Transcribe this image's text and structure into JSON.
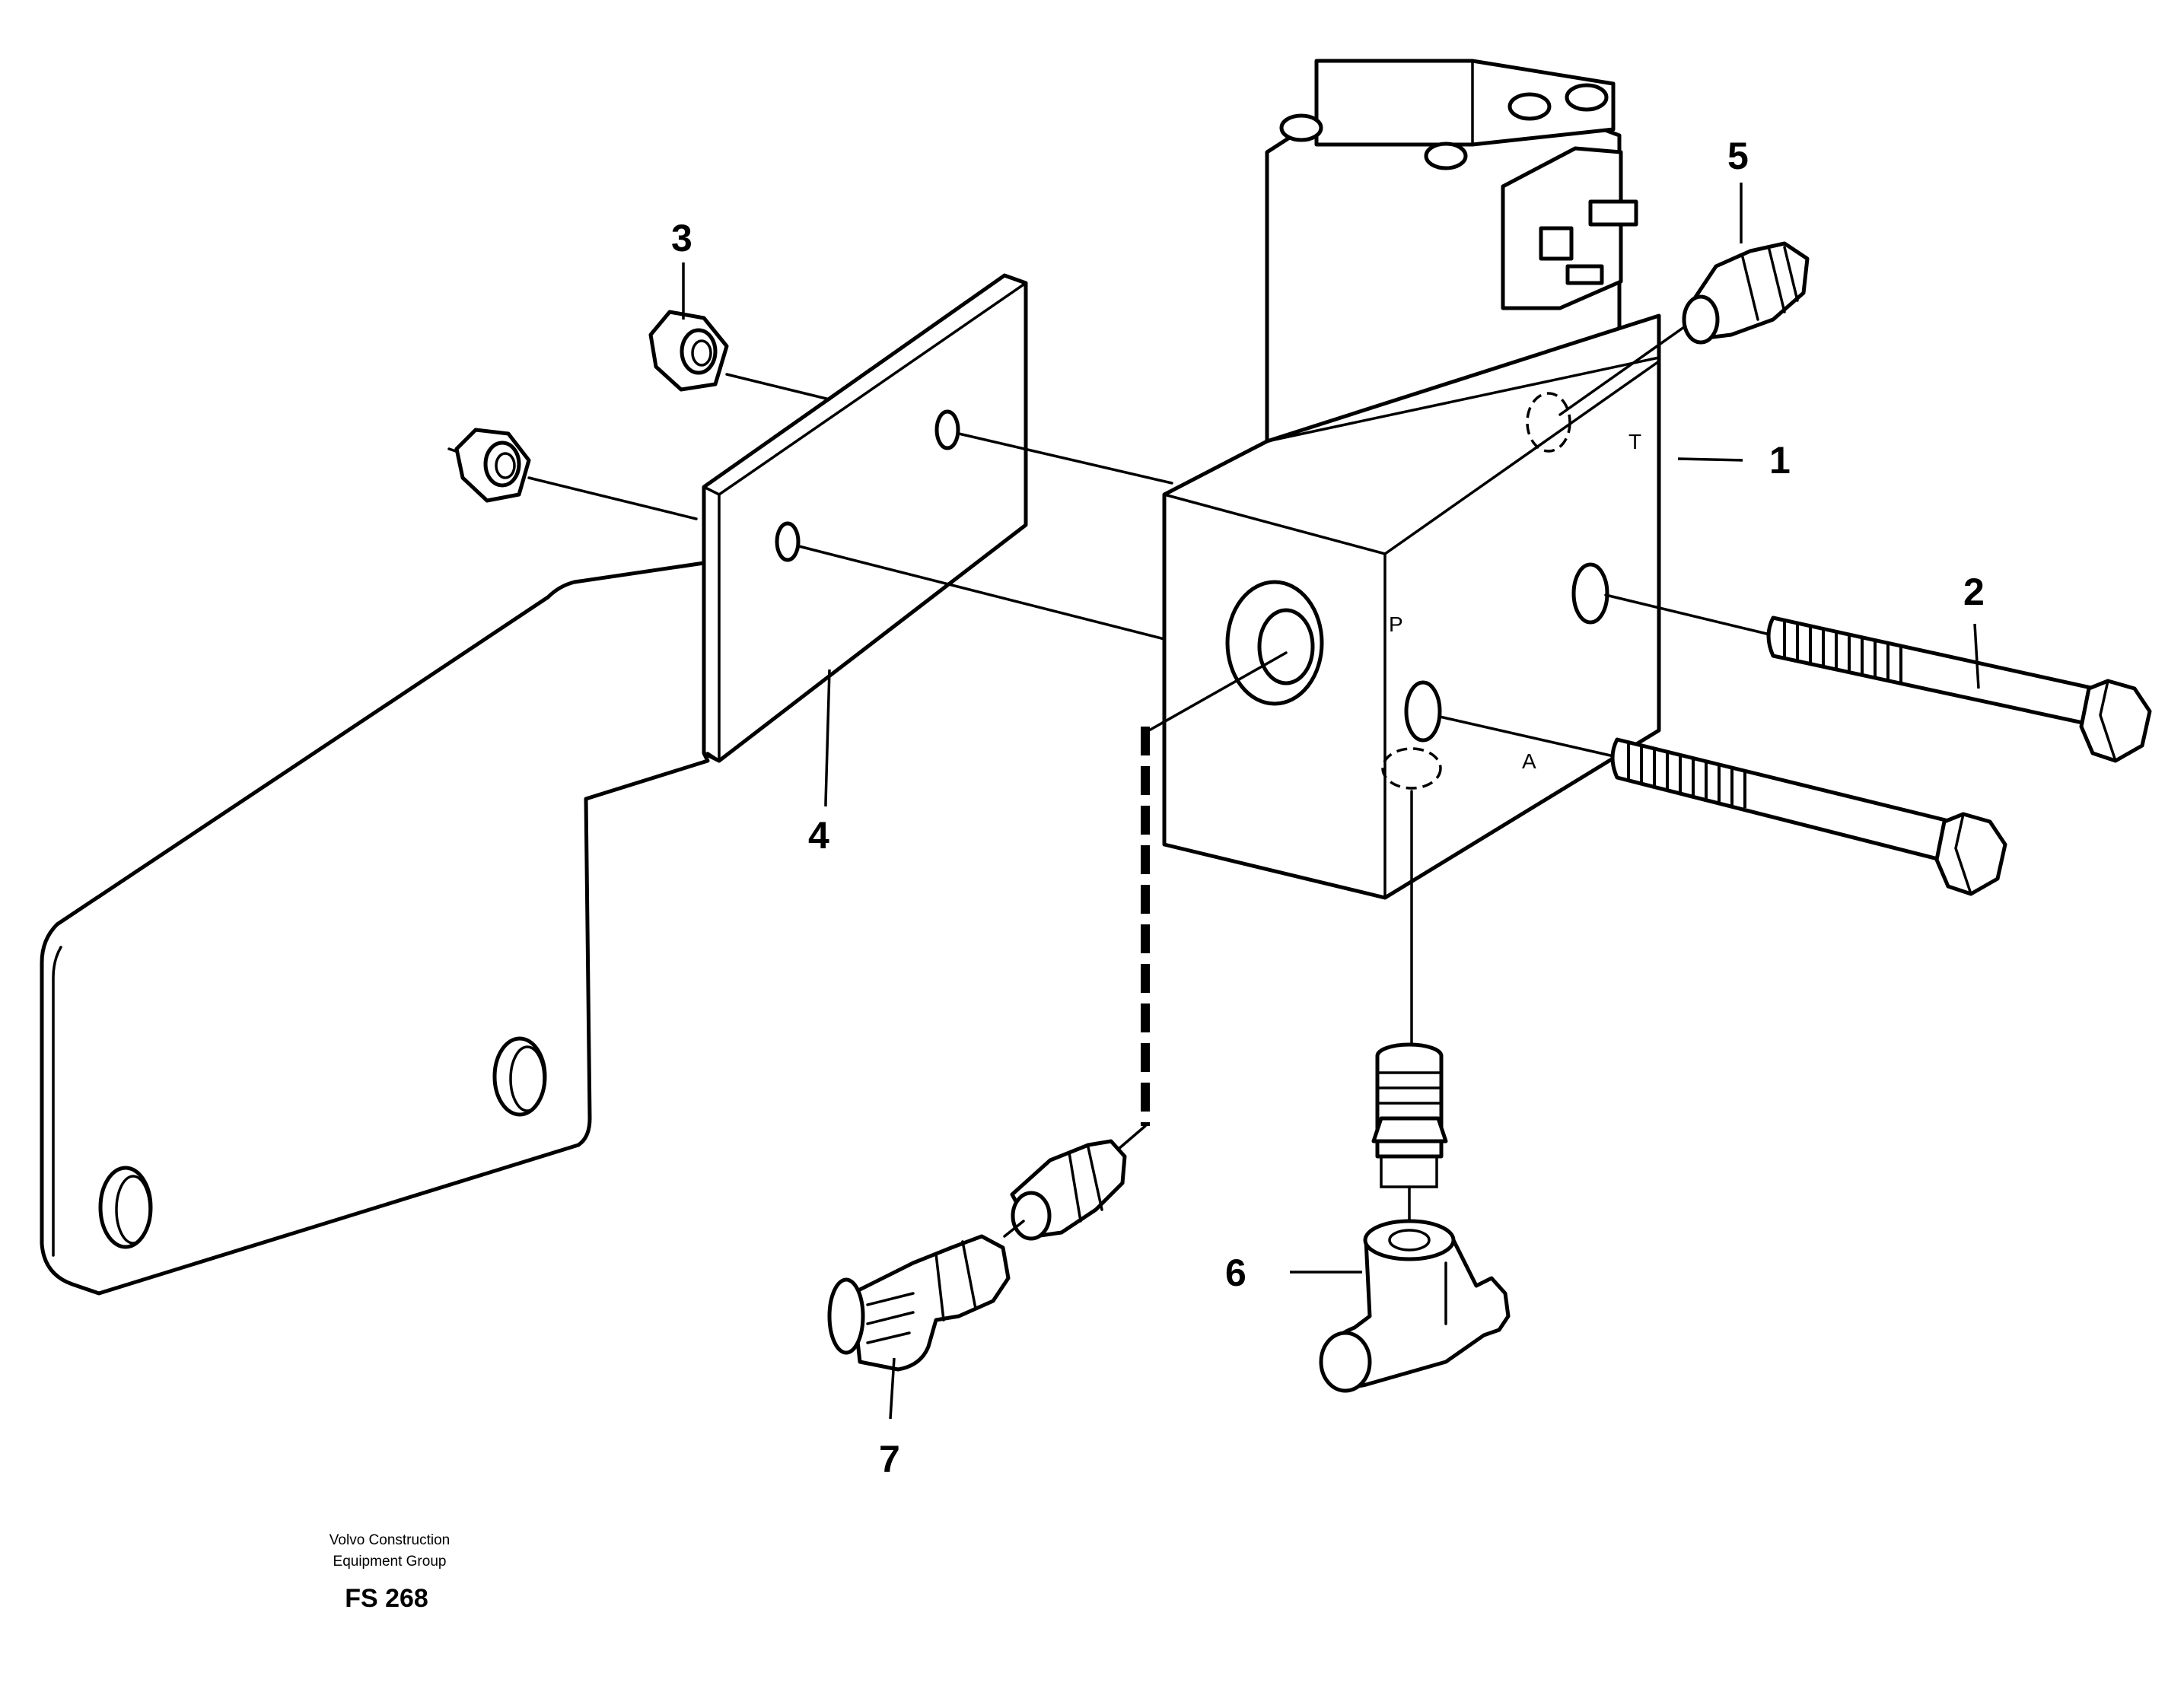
{
  "callouts": {
    "c1": "1",
    "c2": "2",
    "c3": "3",
    "c4": "4",
    "c5": "5",
    "c6": "6",
    "c7": "7"
  },
  "ports": {
    "p": "P",
    "t": "T",
    "a": "A"
  },
  "footer": {
    "line1": "Volvo Construction",
    "line2": "Equipment Group",
    "code": "FS 268"
  }
}
